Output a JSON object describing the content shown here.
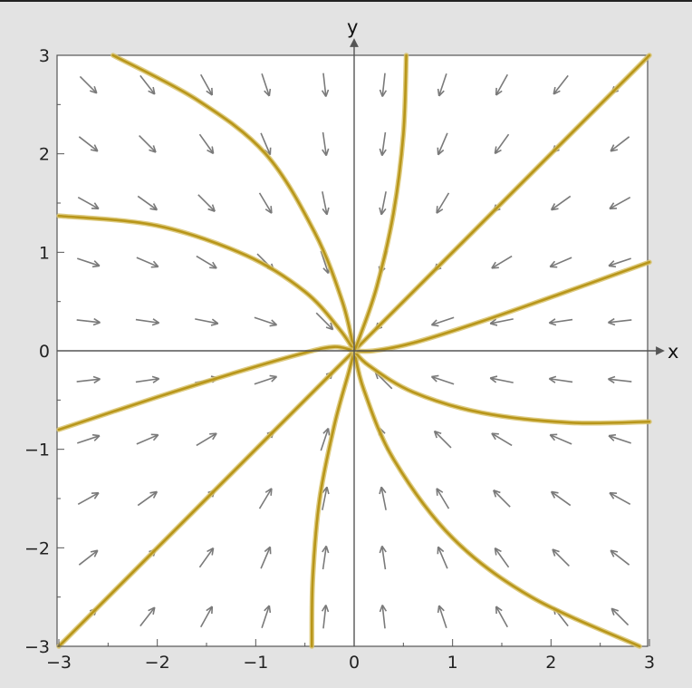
{
  "chart_data": {
    "type": "vector-field",
    "title": "",
    "xlabel": "x",
    "ylabel": "y",
    "xlim": [
      -3,
      3
    ],
    "ylim": [
      -3,
      3
    ],
    "xticks": [
      -3,
      -2,
      -1,
      0,
      1,
      2,
      3
    ],
    "yticks": [
      -3,
      -2,
      -1,
      0,
      1,
      2,
      3
    ],
    "grid": false,
    "arrow_grid": {
      "x": [
        -2.7,
        -2.1,
        -1.5,
        -0.9,
        -0.3,
        0.3,
        0.9,
        1.5,
        2.1,
        2.7
      ],
      "y": [
        2.7,
        2.1,
        1.5,
        0.9,
        0.3,
        -0.3,
        -0.9,
        -1.5,
        -2.1,
        -2.7
      ]
    },
    "trajectories": [
      {
        "points": [
          [
            -2.45,
            3.0
          ],
          [
            -1.6,
            2.55
          ],
          [
            -0.9,
            2.0
          ],
          [
            -0.4,
            1.2
          ],
          [
            -0.12,
            0.5
          ],
          [
            0,
            0
          ]
        ]
      },
      {
        "points": [
          [
            -3.0,
            1.37
          ],
          [
            -2.0,
            1.27
          ],
          [
            -1.1,
            0.97
          ],
          [
            -0.5,
            0.6
          ],
          [
            -0.15,
            0.22
          ],
          [
            0,
            0
          ]
        ]
      },
      {
        "points": [
          [
            -3.0,
            -0.8
          ],
          [
            -2.0,
            -0.47
          ],
          [
            -1.2,
            -0.22
          ],
          [
            -0.5,
            -0.02
          ],
          [
            -0.2,
            0.04
          ],
          [
            0,
            0
          ]
        ]
      },
      {
        "points": [
          [
            -3.0,
            -3.0
          ],
          [
            0,
            0
          ]
        ]
      },
      {
        "points": [
          [
            -0.43,
            -3.0
          ],
          [
            -0.42,
            -2.3
          ],
          [
            -0.35,
            -1.5
          ],
          [
            -0.2,
            -0.75
          ],
          [
            -0.05,
            -0.2
          ],
          [
            0,
            0
          ]
        ]
      },
      {
        "points": [
          [
            2.9,
            -3.0
          ],
          [
            1.8,
            -2.5
          ],
          [
            1.0,
            -1.9
          ],
          [
            0.4,
            -1.1
          ],
          [
            0.1,
            -0.4
          ],
          [
            0,
            0
          ]
        ]
      },
      {
        "points": [
          [
            3.0,
            -0.72
          ],
          [
            2.2,
            -0.73
          ],
          [
            1.3,
            -0.63
          ],
          [
            0.6,
            -0.42
          ],
          [
            0.15,
            -0.15
          ],
          [
            0,
            0
          ]
        ]
      },
      {
        "points": [
          [
            3.0,
            0.9
          ],
          [
            2.1,
            0.58
          ],
          [
            1.3,
            0.3
          ],
          [
            0.6,
            0.08
          ],
          [
            0.2,
            0.0
          ],
          [
            0,
            0
          ]
        ]
      },
      {
        "points": [
          [
            3.0,
            3.0
          ],
          [
            0,
            0
          ]
        ]
      },
      {
        "points": [
          [
            0.53,
            3.0
          ],
          [
            0.5,
            2.2
          ],
          [
            0.4,
            1.4
          ],
          [
            0.23,
            0.65
          ],
          [
            0.06,
            0.15
          ],
          [
            0,
            0
          ]
        ]
      }
    ],
    "colors": {
      "trajectory": "#b8961a",
      "arrow": "#7a7a7a",
      "axis": "#555555",
      "plot_bg": "#ffffff",
      "page_bg": "#e3e3e3"
    }
  }
}
